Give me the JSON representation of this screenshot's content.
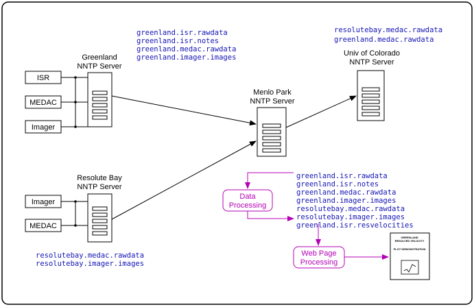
{
  "colors": {
    "newsgroup_text": "#1414b4",
    "process": "#b400b4",
    "ink": "#000000"
  },
  "sources": {
    "isr": "ISR",
    "medac": "MEDAC",
    "imager": "Imager",
    "imager2": "Imager",
    "medac2": "MEDAC"
  },
  "servers": {
    "greenland": [
      "Greenland",
      "NNTP Server"
    ],
    "resolute": [
      "Resolute Bay",
      "NNTP Server"
    ],
    "menlo": [
      "Menlo Park",
      "NNTP Server"
    ],
    "colorado": [
      "Univ of Colorado",
      "NNTP Server"
    ]
  },
  "newsgroups": {
    "greenland": [
      "greenland.isr.rawdata",
      "greenland.isr.notes",
      "greenland.medac.rawdata",
      "greenland.imager.images"
    ],
    "resolute": [
      "resolutebay.medac.rawdata",
      "resolutebay.imager.images"
    ],
    "colorado": [
      "resolutebay.medac.rawdata",
      "greenland.medac.rawdata"
    ],
    "processing": [
      "greenland.isr.rawdata",
      "greenland.isr.notes",
      "greenland.medac.rawdata",
      "greenland.imager.images",
      "resolutebay.medac.rawdata",
      "resolutebay.imager.images",
      "greenland.isr.resvelocities"
    ]
  },
  "processes": {
    "data": [
      "Data",
      "Processing"
    ],
    "web": [
      "Web Page",
      "Processing"
    ]
  },
  "webpage": {
    "title_line1": "GREENLAND",
    "title_line2": "RESOLVED VELOCITY",
    "subtitle": "PLOT DEMONSTRATION"
  }
}
